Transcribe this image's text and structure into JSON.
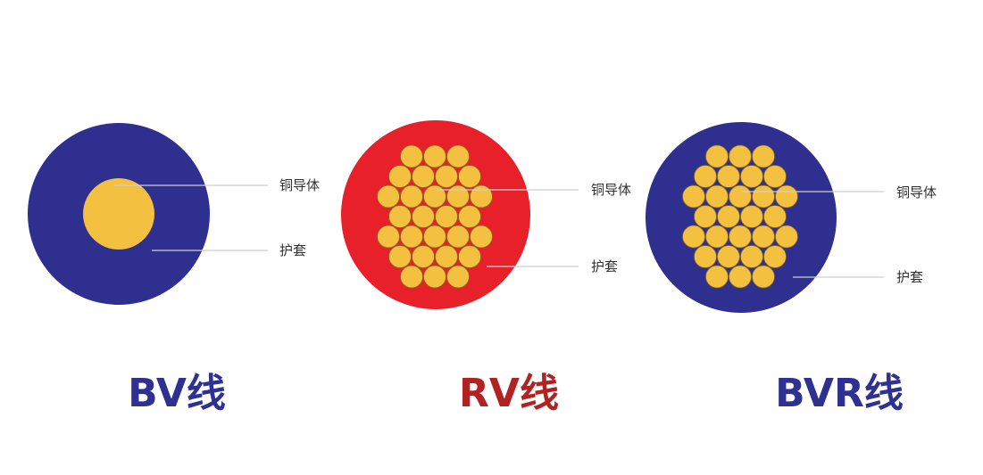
{
  "colors": {
    "blue": "#2e2f8e",
    "red": "#e8202a",
    "copper": "#f4c040",
    "strand_outline": "#8a6a1e",
    "title_blue": "#2e3192",
    "title_red": "#b22222",
    "leader_line": "#cfcfcf",
    "label_text": "#333333"
  },
  "cables": [
    {
      "id": "bv",
      "title": "BV线",
      "insulation_color": "blue",
      "title_color": "title_blue",
      "conductor": "solid",
      "labels": {
        "conductor": "铜导体",
        "sheath": "护套"
      }
    },
    {
      "id": "rv",
      "title": "RV线",
      "insulation_color": "red",
      "title_color": "title_red",
      "conductor": "stranded",
      "labels": {
        "conductor": "铜导体",
        "sheath": "护套"
      }
    },
    {
      "id": "bvr",
      "title": "BVR线",
      "insulation_color": "blue",
      "title_color": "title_blue",
      "conductor": "stranded",
      "labels": {
        "conductor": "铜导体",
        "sheath": "护套"
      }
    }
  ]
}
